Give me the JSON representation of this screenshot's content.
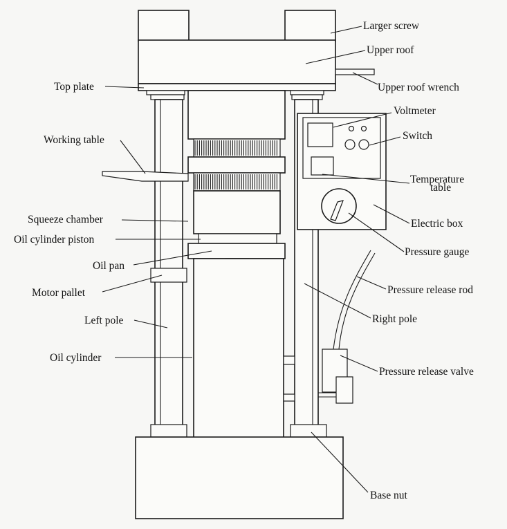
{
  "labels": {
    "larger_screw": "Larger screw",
    "upper_roof": "Upper roof",
    "upper_roof_wrench": "Upper roof wrench",
    "top_plate": "Top plate",
    "voltmeter": "Voltmeter",
    "switch": "Switch",
    "working_table": "Working table",
    "temperature_table_line1": "Temperature",
    "temperature_table_line2": "table",
    "squeeze_chamber": "Squeeze chamber",
    "electric_box": "Electric box",
    "oil_cylinder_piston": "Oil cylinder piston",
    "pressure_gauge": "Pressure gauge",
    "oil_pan": "Oil pan",
    "motor_pallet": "Motor pallet",
    "pressure_release_rod": "Pressure release rod",
    "right_pole": "Right pole",
    "left_pole": "Left pole",
    "oil_cylinder": "Oil cylinder",
    "pressure_release_valve": "Pressure release valve",
    "base_nut": "Base nut"
  },
  "colors": {
    "line": "#1a1a1a",
    "paper": "#f7f7f5"
  }
}
